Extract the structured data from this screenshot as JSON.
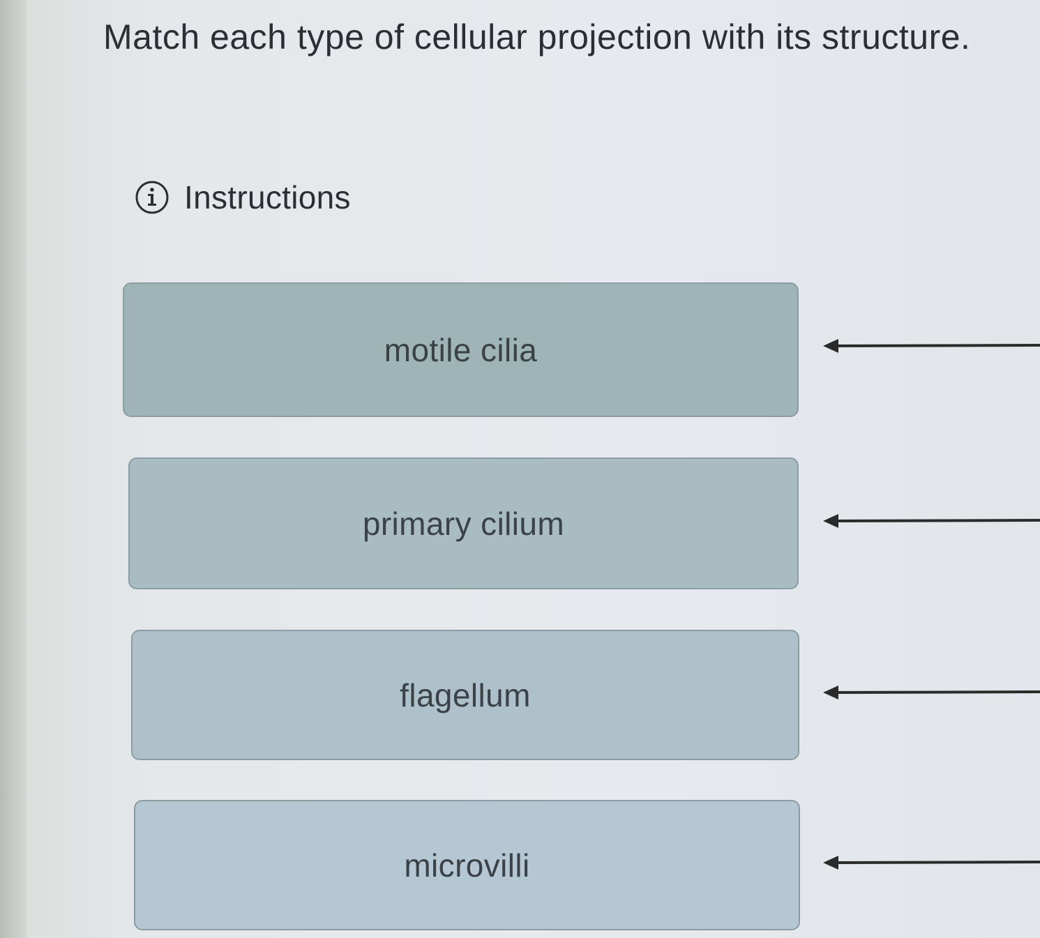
{
  "question": {
    "title": "Match each type of cellular projection with its structure."
  },
  "instructions": {
    "icon": "info-icon",
    "label": "Instructions"
  },
  "match_items": [
    {
      "label": "motile cilia"
    },
    {
      "label": "primary cilium"
    },
    {
      "label": "flagellum"
    },
    {
      "label": "microvilli"
    }
  ],
  "colors": {
    "item_fill": "#a8bcc2",
    "item_border": "#8b9ca3",
    "text": "#2b2f33",
    "arrow": "#2a2a2a"
  }
}
